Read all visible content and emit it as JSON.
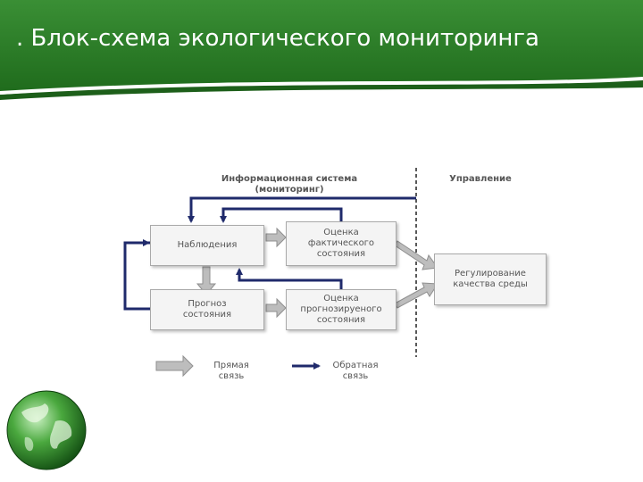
{
  "slide": {
    "title": ". Блок-схема экологического мониторинга"
  },
  "diagram": {
    "info_system_label": "Информационная система\n(мониторинг)",
    "control_label": "Управление",
    "boxes": {
      "observation": "Наблюдения",
      "actual_assessment": "Оценка\nфактического\nсостояния",
      "forecast": "Прогноз\nсостояния",
      "forecast_assessment": "Оценка\nпрогнозируеного\nсостояния",
      "regulation": "Регулирование\nкачества среды"
    },
    "legend": {
      "direct": "Прямая\nсвязь",
      "feedback": "Обратная\nсвязь"
    }
  },
  "colors": {
    "header_green": "#2e7d2a",
    "feedback_arrow": "#1f2a6b",
    "direct_arrow": "#b8b8b8",
    "box_fill": "#f4f4f4",
    "text": "#555555"
  },
  "icons": {
    "globe": "globe-icon"
  }
}
